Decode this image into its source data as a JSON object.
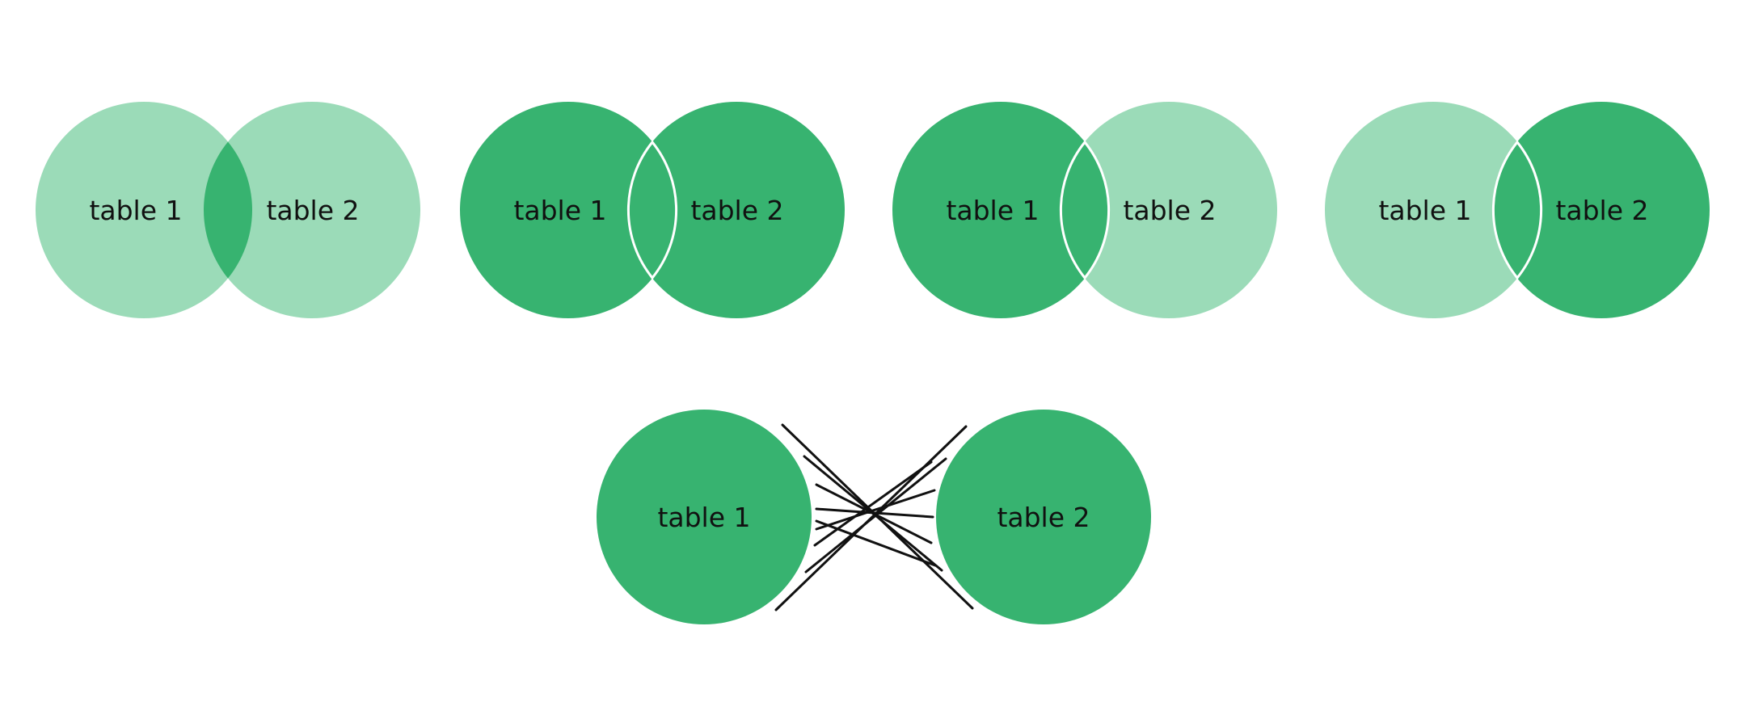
{
  "colors": {
    "selected": "#37b370",
    "unselected": "#9bdbb8",
    "background": "#ffffff",
    "line": "#111111",
    "text": "#111111"
  },
  "diagrams": [
    {
      "name": "inner-join",
      "left_label": "table 1",
      "right_label": "table 2",
      "left": "unselected",
      "right": "unselected",
      "overlap": "selected",
      "overlap_outline": false
    },
    {
      "name": "full-join",
      "left_label": "table 1",
      "right_label": "table 2",
      "left": "selected",
      "right": "selected",
      "overlap": "selected",
      "overlap_outline": true
    },
    {
      "name": "left-join",
      "left_label": "table 1",
      "right_label": "table 2",
      "left": "selected",
      "right": "unselected",
      "overlap": "selected",
      "overlap_outline": true
    },
    {
      "name": "right-join",
      "left_label": "table 1",
      "right_label": "table 2",
      "left": "unselected",
      "right": "selected",
      "overlap": "selected",
      "overlap_outline": true
    }
  ],
  "cross_join": {
    "name": "cross-join",
    "left_label": "table 1",
    "right_label": "table 2",
    "left": "selected",
    "right": "selected",
    "connector_lines": 9
  }
}
